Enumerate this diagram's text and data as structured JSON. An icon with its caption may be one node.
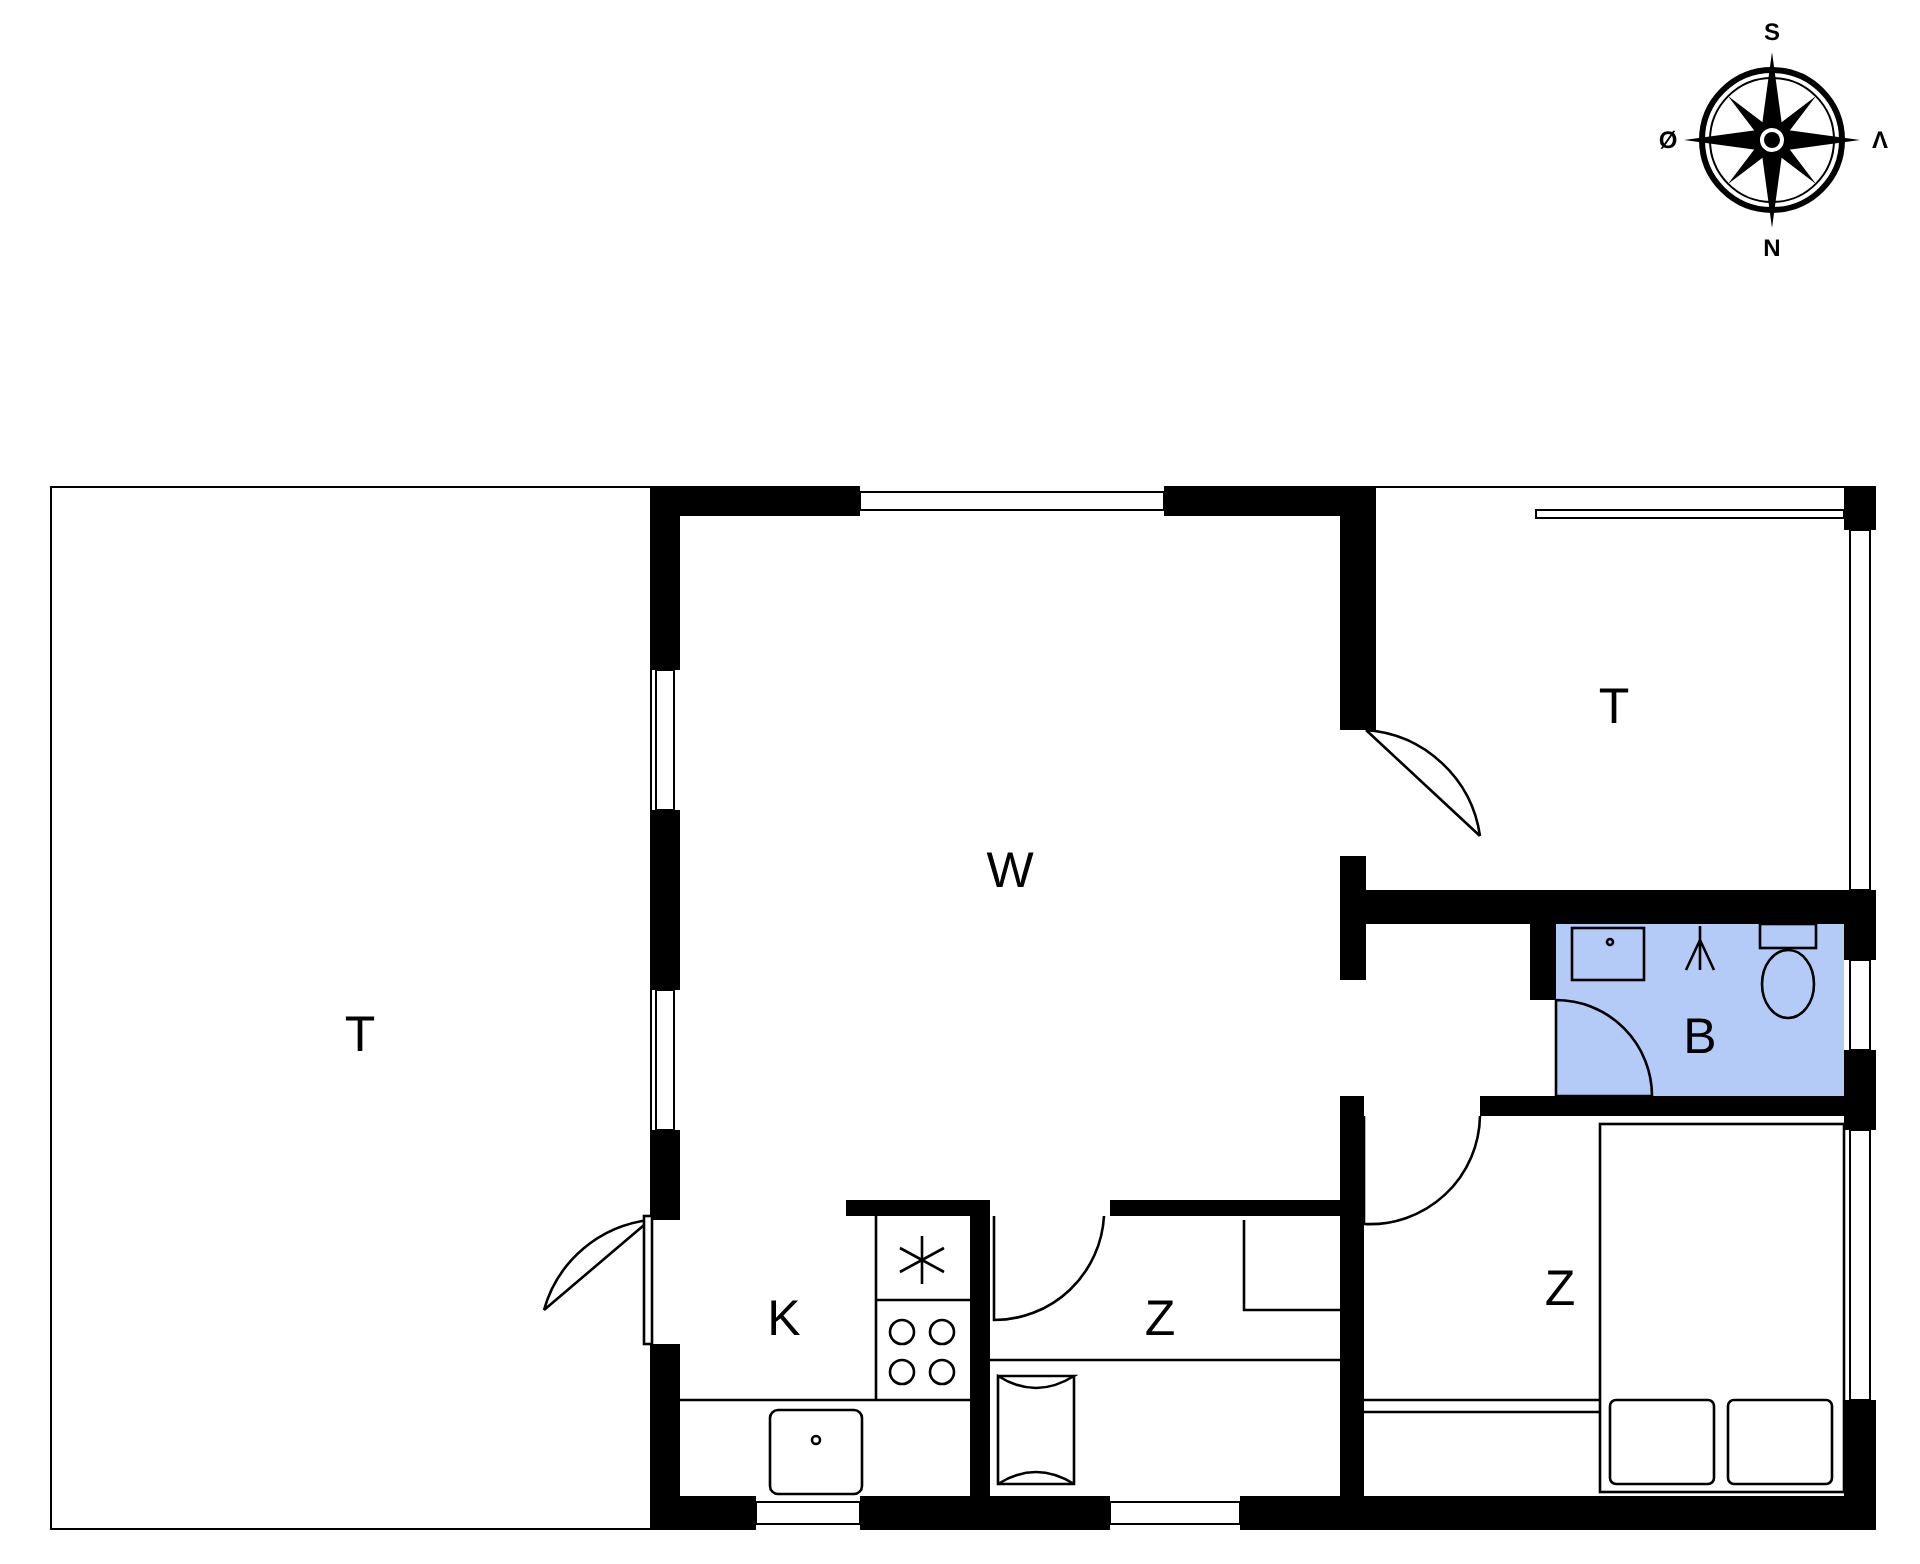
{
  "diagram": {
    "nodes": [
      {
        "text": [
          "T"
        ]
      },
      {
        "text": [
          "W"
        ]
      },
      {
        "text": [
          "T"
        ]
      },
      {
        "text": [
          "B"
        ]
      },
      {
        "text": [
          "K"
        ]
      },
      {
        "text": [
          "Z"
        ]
      },
      {
        "text": [
          "Z"
        ]
      }
    ],
    "labels": [
      "S",
      "Ø",
      "Λ",
      "N"
    ]
  }
}
